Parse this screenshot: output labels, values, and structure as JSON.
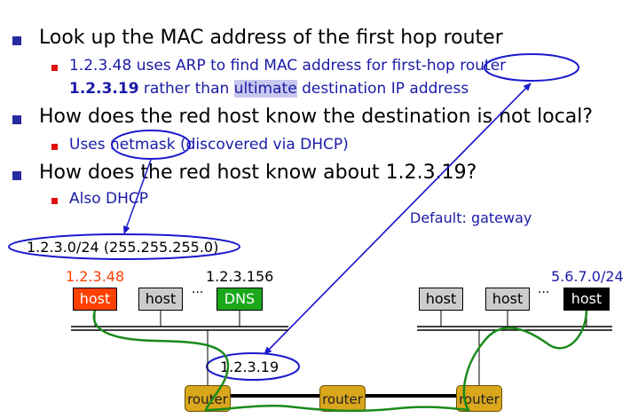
{
  "bullets": {
    "b1": "Look up the MAC address of the first hop router",
    "b1_sub_a": "1.2.3.48 uses ARP to find MAC address for first-hop router",
    "b1_sub_b_bold": "1.2.3.19",
    "b1_sub_b_mid": " rather than ",
    "b1_sub_b_hl": "ultimate",
    "b1_sub_b_end": " destination IP address",
    "b2": "How does the red host know the destination is not local?",
    "b2_sub_pre": "Uses ",
    "b2_sub_circled": "netmask",
    "b2_sub_post": " (discovered via DHCP)",
    "b3": "How does the red host know about 1.2.3.19?",
    "b3_sub": "Also DHCP"
  },
  "diagram": {
    "default_gateway_label": "Default: gateway",
    "subnet_label": "1.2.3.0/24 (255.255.255.0)",
    "left_network": {
      "red_host_ip": "1.2.3.48",
      "dns_ip": "1.2.3.156",
      "hosts": [
        "host",
        "host",
        "DNS"
      ],
      "ellipsis": "···"
    },
    "right_network": {
      "subnet": "5.6.7.0/24",
      "hosts": [
        "host",
        "host",
        "host"
      ],
      "ellipsis": "···"
    },
    "gateway_ip": "1.2.3.19",
    "routers": [
      "router",
      "router",
      "router"
    ]
  },
  "colors": {
    "bullet_blue": "#1a1aa6",
    "red_host": "#ff4000",
    "dns_green": "#1aa81a",
    "path_green": "#1a8a1a",
    "router_gold": "#d9a61c",
    "ellipse_blue": "#1a1acc"
  }
}
